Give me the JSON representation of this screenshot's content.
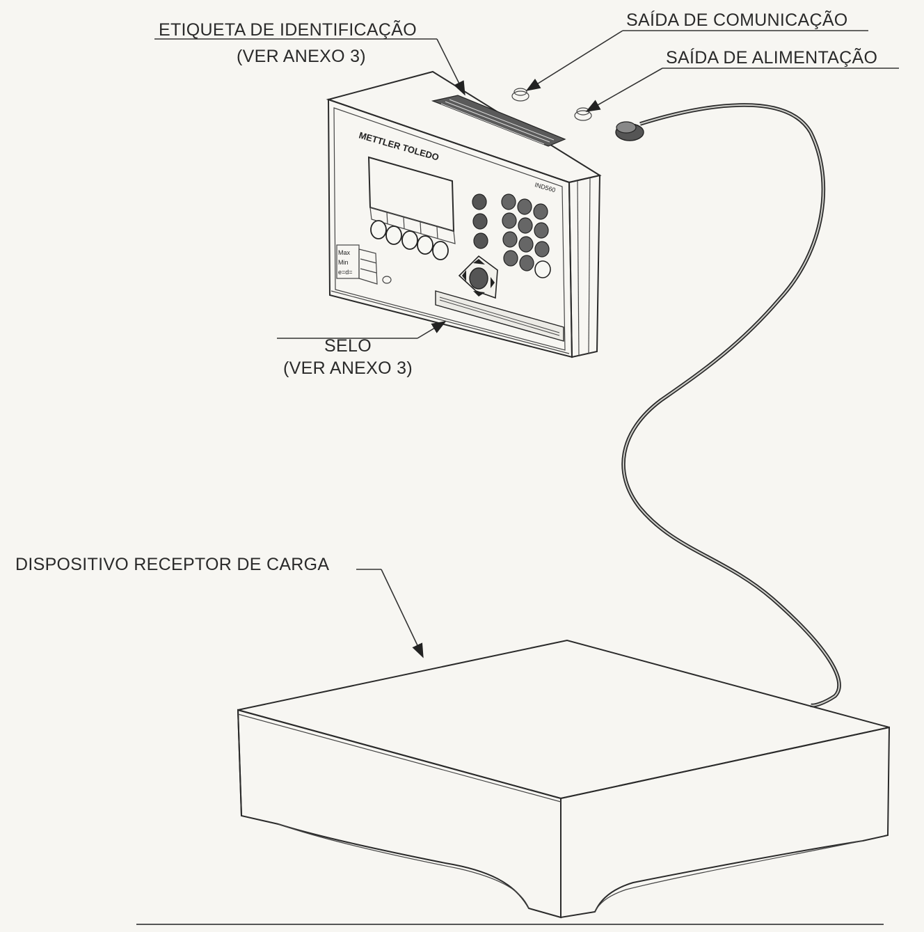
{
  "labels": {
    "etiqueta": "ETIQUETA DE IDENTIFICAÇÃO",
    "etiqueta_ref": "(VER ANEXO 3)",
    "comunicacao": "SAÍDA DE COMUNICAÇÃO",
    "alimentacao": "SAÍDA DE ALIMENTAÇÃO",
    "selo": "SELO",
    "selo_ref": "(VER ANEXO 3)",
    "dispositivo": "DISPOSITIVO RECEPTOR DE CARGA"
  },
  "device": {
    "brand": "METTLER TOLEDO",
    "model": "IND560",
    "status_labels": [
      "Max",
      "Min",
      "e=d="
    ]
  },
  "colors": {
    "paper": "#f7f6f2",
    "ink": "#2a2a2a"
  }
}
